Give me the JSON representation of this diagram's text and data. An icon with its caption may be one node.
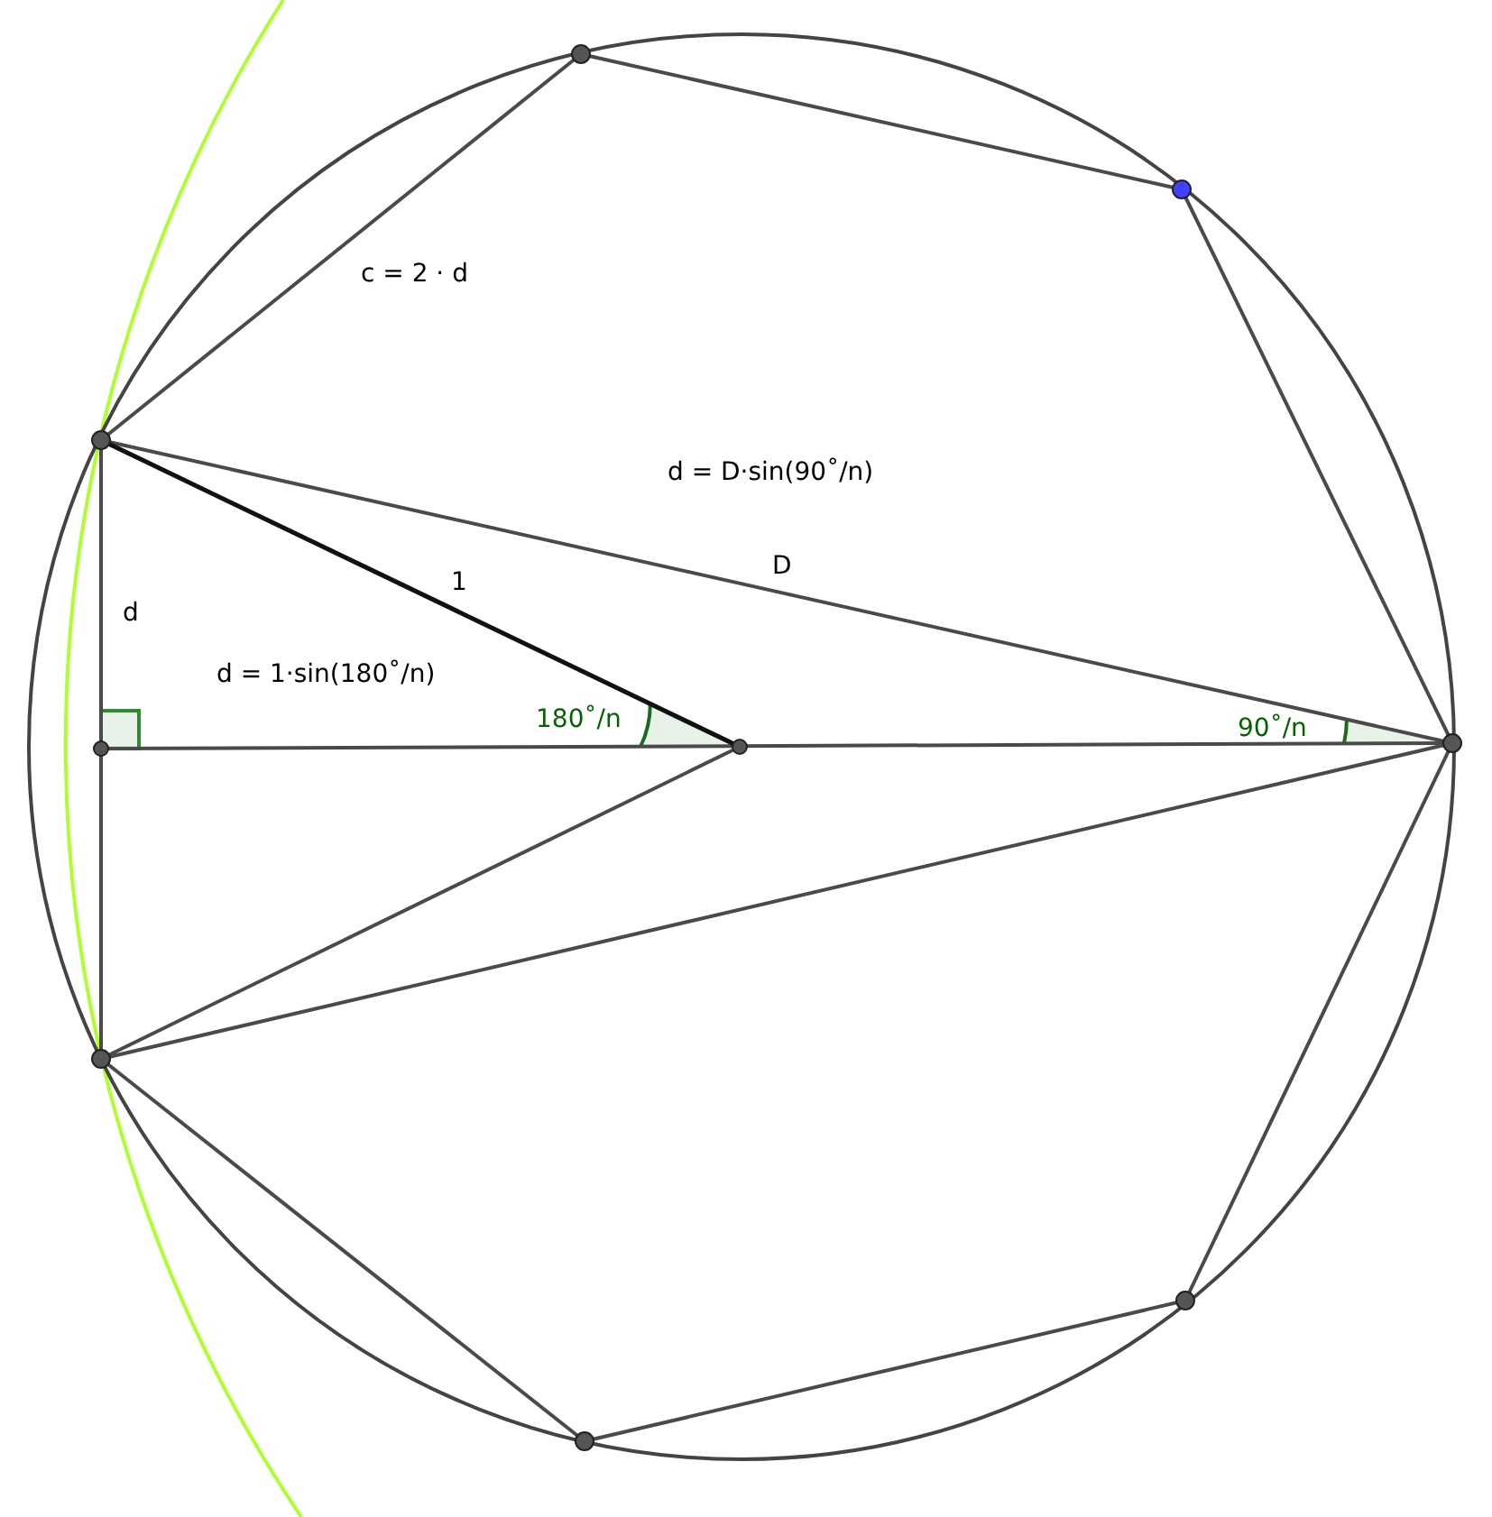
{
  "diagram": {
    "labels": [
      "c = 2 · d",
      "d = D·sin(90˚/n)",
      "1",
      "D",
      "d",
      "d = 1·sin(180˚/n)",
      "180˚/n",
      "90˚/n"
    ]
  }
}
